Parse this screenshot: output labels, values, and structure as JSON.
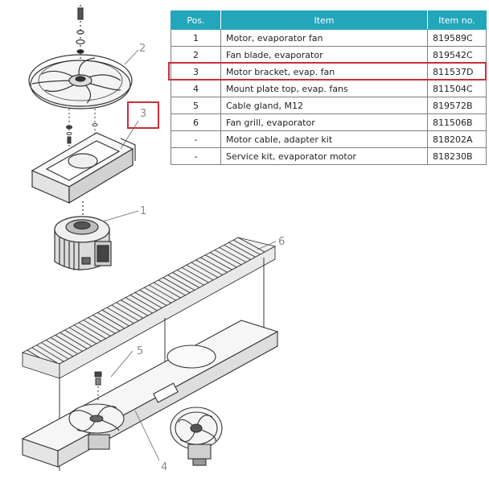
{
  "table": {
    "headers": {
      "pos": "Pos.",
      "item": "Item",
      "item_no": "Item no."
    },
    "rows": [
      {
        "pos": "1",
        "item": "Motor, evaporator fan",
        "item_no": "819589C"
      },
      {
        "pos": "2",
        "item": "Fan blade, evaporator",
        "item_no": "819542C"
      },
      {
        "pos": "3",
        "item": "Motor bracket, evap. fan",
        "item_no": "811537D"
      },
      {
        "pos": "4",
        "item": "Mount plate top, evap. fans",
        "item_no": "811504C"
      },
      {
        "pos": "5",
        "item": "Cable gland, M12",
        "item_no": "819572B"
      },
      {
        "pos": "6",
        "item": "Fan grill, evaporator",
        "item_no": "811506B"
      },
      {
        "pos": "-",
        "item": "Motor cable, adapter kit",
        "item_no": "818202A"
      },
      {
        "pos": "-",
        "item": "Service kit, evaporator motor",
        "item_no": "818230B"
      }
    ],
    "highlighted_row": 2,
    "header_color": "#23a6ba",
    "highlight_color": "#c8303a"
  },
  "callouts": {
    "fan_blade": "2",
    "motor_bracket": "3",
    "motor": "1",
    "fan_grill": "6",
    "cable_gland": "5",
    "mount_plate": "4"
  }
}
